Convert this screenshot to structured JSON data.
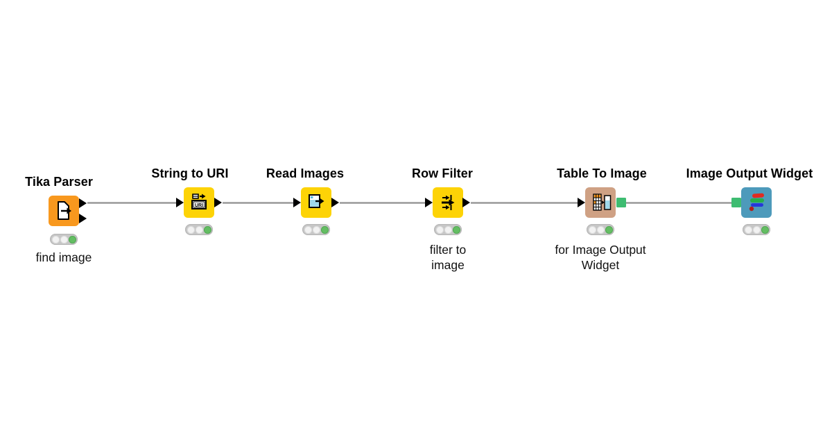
{
  "workflow": {
    "nodes": [
      {
        "title": "Tika Parser",
        "annotation": "find image",
        "node_color": "#F8981E",
        "icon": "document-export-icon",
        "status": "executed",
        "input_ports": [],
        "output_ports": [
          "data",
          "data"
        ]
      },
      {
        "title": "String to URI",
        "annotation": "",
        "node_color": "#FDD306",
        "icon": "string-to-uri-icon",
        "status": "executed",
        "input_ports": [
          "data"
        ],
        "output_ports": [
          "data"
        ]
      },
      {
        "title": "Read Images",
        "annotation": "",
        "node_color": "#FDD306",
        "icon": "image-reader-icon",
        "status": "executed",
        "input_ports": [
          "data"
        ],
        "output_ports": [
          "data"
        ]
      },
      {
        "title": "Row Filter",
        "annotation": "filter to\nimage",
        "node_color": "#FDD306",
        "icon": "row-filter-icon",
        "status": "executed",
        "input_ports": [
          "data"
        ],
        "output_ports": [
          "data"
        ]
      },
      {
        "title": "Table To Image",
        "annotation": "for Image Output\nWidget",
        "node_color": "#CFA184",
        "icon": "table-to-image-icon",
        "status": "executed",
        "input_ports": [
          "data"
        ],
        "output_ports": [
          "image"
        ]
      },
      {
        "title": "Image Output Widget",
        "annotation": "",
        "node_color": "#4D9ABB",
        "icon": "image-output-icon",
        "status": "executed",
        "input_ports": [
          "image"
        ],
        "output_ports": []
      }
    ],
    "connections": [
      {
        "from": "Tika Parser",
        "to": "String to URI",
        "port_type": "data"
      },
      {
        "from": "String to URI",
        "to": "Read Images",
        "port_type": "data"
      },
      {
        "from": "Read Images",
        "to": "Row Filter",
        "port_type": "data"
      },
      {
        "from": "Row Filter",
        "to": "Table To Image",
        "port_type": "data"
      },
      {
        "from": "Table To Image",
        "to": "Image Output Widget",
        "port_type": "image"
      }
    ],
    "colors": {
      "data_port": "#000000",
      "image_port": "#3EBC71",
      "connection_line": "#999999",
      "status_executed_green": "#64BE63",
      "traffic_light_background": "#C6C6C6"
    }
  }
}
